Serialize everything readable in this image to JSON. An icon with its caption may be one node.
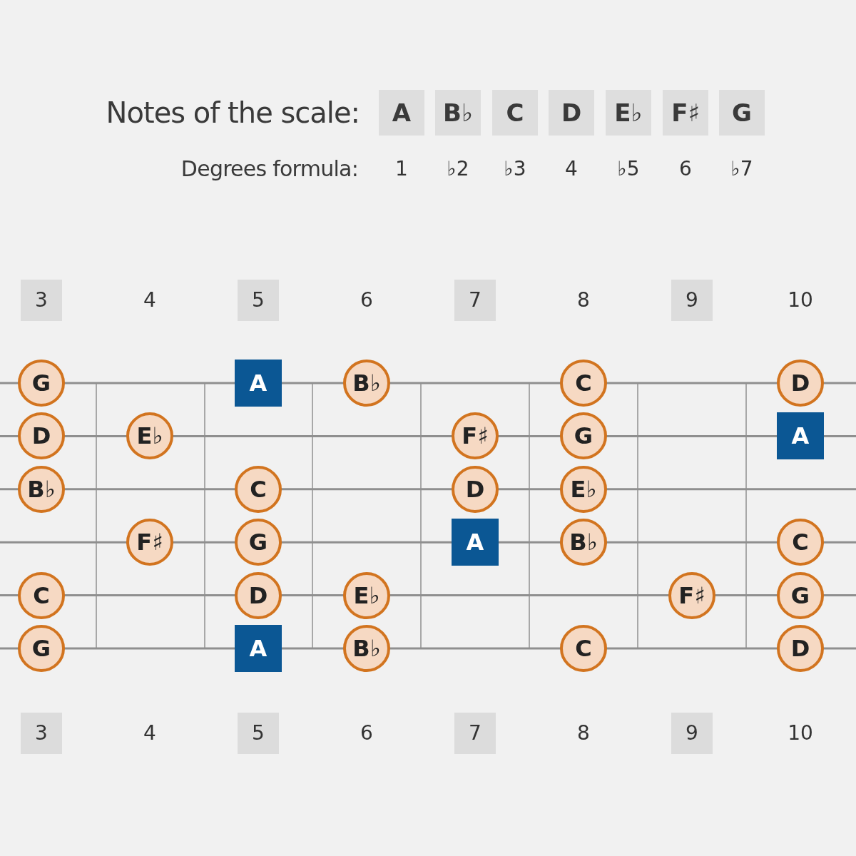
{
  "diagram": {
    "title": "Notes of the scale:",
    "nodes": [
      {
        "text": [
          "G"
        ]
      },
      {
        "text": [
          "A"
        ]
      },
      {
        "text": [
          "B♭"
        ]
      },
      {
        "text": [
          "C"
        ]
      },
      {
        "text": [
          "D"
        ]
      },
      {
        "text": [
          "D"
        ]
      },
      {
        "text": [
          "E♭"
        ]
      },
      {
        "text": [
          "F♯"
        ]
      },
      {
        "text": [
          "G"
        ]
      },
      {
        "text": [
          "A"
        ]
      },
      {
        "text": [
          "B♭"
        ]
      },
      {
        "text": [
          "C"
        ]
      },
      {
        "text": [
          "D"
        ]
      },
      {
        "text": [
          "E♭"
        ]
      },
      {
        "text": [
          "F♯"
        ]
      },
      {
        "text": [
          "G"
        ]
      },
      {
        "text": [
          "A"
        ]
      },
      {
        "text": [
          "B♭"
        ]
      },
      {
        "text": [
          "C"
        ]
      },
      {
        "text": [
          "C"
        ]
      },
      {
        "text": [
          "D"
        ]
      },
      {
        "text": [
          "E♭"
        ]
      },
      {
        "text": [
          "F♯"
        ]
      },
      {
        "text": [
          "G"
        ]
      },
      {
        "text": [
          "G"
        ]
      },
      {
        "text": [
          "A"
        ]
      },
      {
        "text": [
          "B♭"
        ]
      },
      {
        "text": [
          "C"
        ]
      },
      {
        "text": [
          "D"
        ]
      }
    ],
    "labels": [
      "A",
      "B♭",
      "C",
      "D",
      "E♭",
      "F♯",
      "G",
      "Degrees formula:",
      "1",
      "♭2",
      "♭3",
      "4",
      "♭5",
      "6",
      "♭7",
      "3",
      "4",
      "5",
      "6",
      "7",
      "8",
      "9",
      "10",
      "3",
      "4",
      "5",
      "6",
      "7",
      "8",
      "9",
      "10"
    ]
  }
}
